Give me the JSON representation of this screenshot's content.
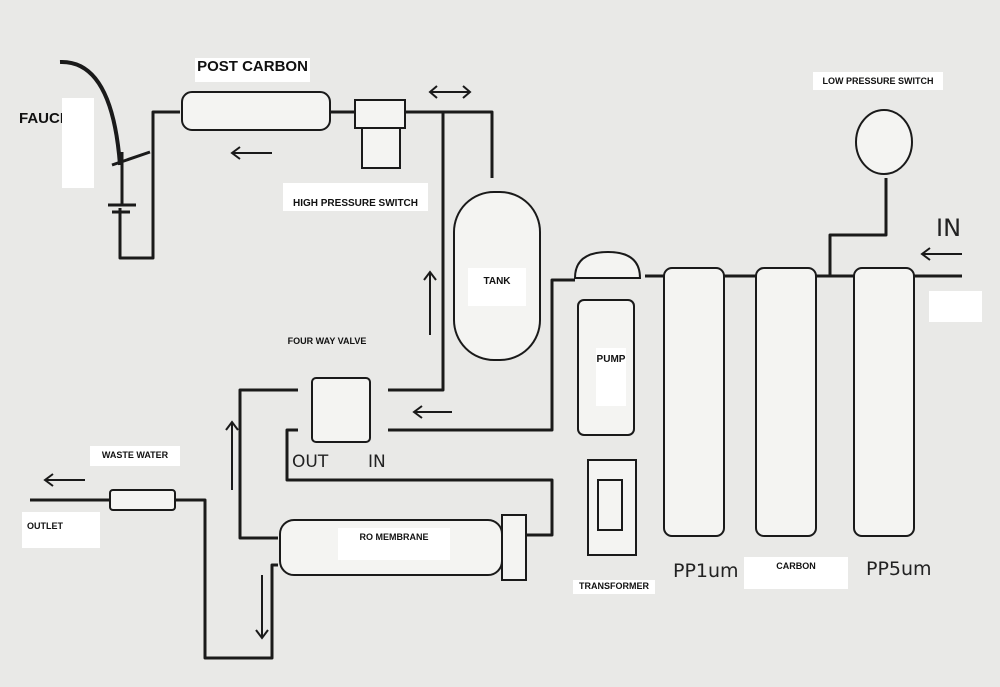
{
  "labels": {
    "faucet": "FAUCET",
    "post_carbon": "POST CARBON",
    "high_pressure_switch": "HIGH PRESSURE SWITCH",
    "tank": "TANK",
    "low_pressure_switch": "LOW PRESSURE SWITCH",
    "in": "IN",
    "four_way_valve": "FOUR  WAY VALVE",
    "out": "OUT",
    "valve_in": "IN",
    "pump": "PUMP",
    "waste_water": "WASTE WATER",
    "outlet": "OUTLET",
    "ro_membrane": "RO MEMBRANE",
    "transformer": "TRANSFORMER",
    "pp1um": "PP1um",
    "carbon": "CARBON",
    "pp5um": "PP5um"
  },
  "colors": {
    "background": "#e9e9e7",
    "line": "#1a1a1a",
    "label_bg": "#ffffff"
  }
}
